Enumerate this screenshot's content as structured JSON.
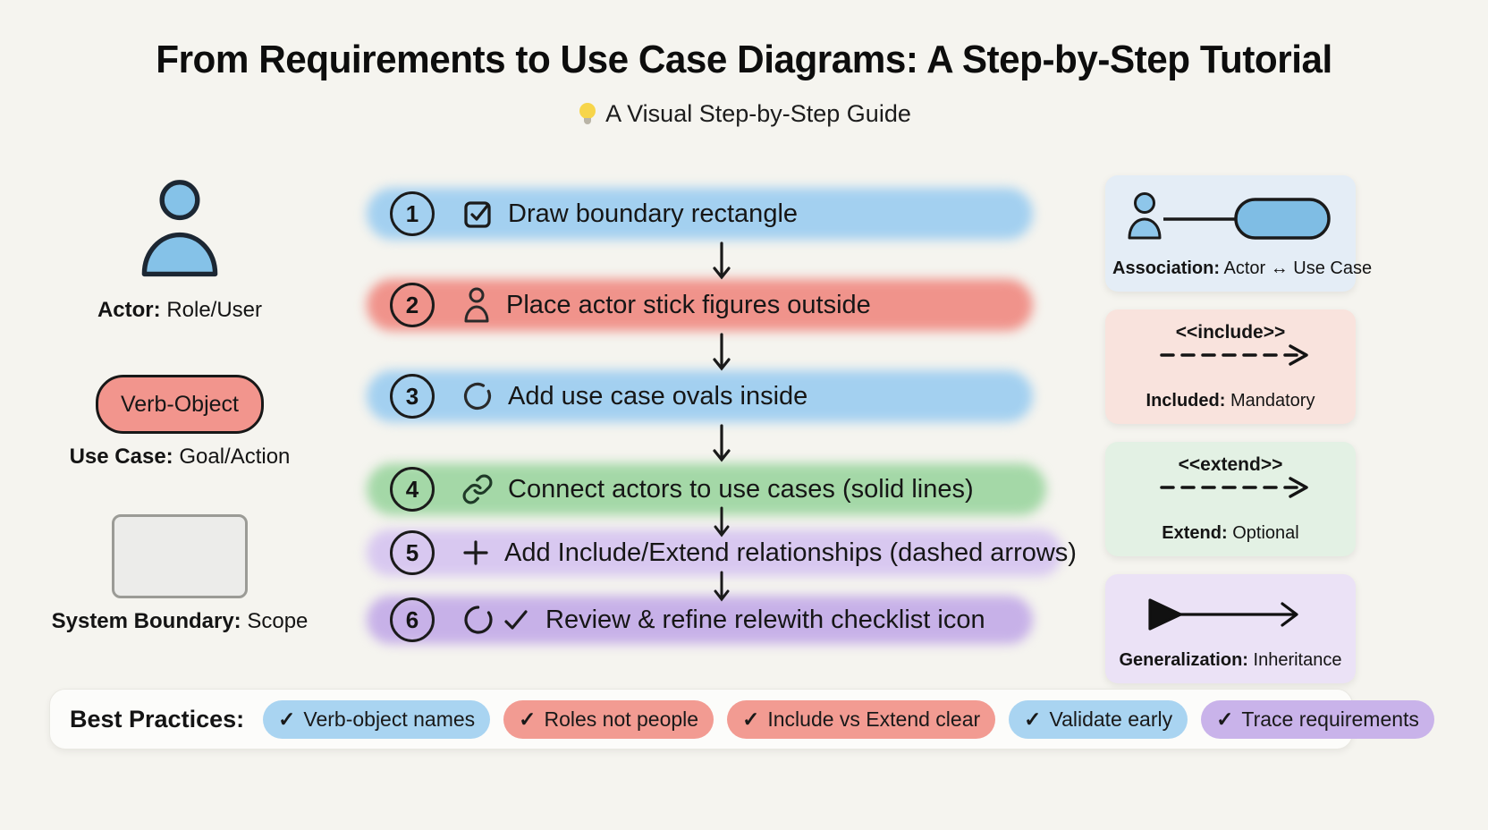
{
  "page": {
    "title": "From Requirements to Use Case Diagrams: A Step-by-Step Tutorial",
    "subtitle": "A Visual Step-by-Step Guide",
    "background": "#f5f4ef"
  },
  "legend": {
    "actor": {
      "term": "Actor:",
      "desc": "Role/User",
      "icon": "actor-icon",
      "color": "#85c2e8"
    },
    "use_case": {
      "shape_text": "Verb-Object",
      "term": "Use Case:",
      "desc": "Goal/Action",
      "color": "#f2958d"
    },
    "system_boundary": {
      "term": "System Boundary:",
      "desc": "Scope",
      "color": "#ececea"
    }
  },
  "steps": [
    {
      "num": "1",
      "icon": "checkbox-icon",
      "label": "Draw boundary rectangle",
      "color": "#a3d0f0"
    },
    {
      "num": "2",
      "icon": "actor-outline-icon",
      "label": "Place actor stick figures outside",
      "color": "#f0938b"
    },
    {
      "num": "3",
      "icon": "oval-icon",
      "label": "Add use case ovals inside",
      "color": "#a3d0f0"
    },
    {
      "num": "4",
      "icon": "link-icon",
      "label": "Connect actors to use cases (solid lines)",
      "color": "#a4d8a7"
    },
    {
      "num": "5",
      "icon": "plus-icon",
      "label": "Add Include/Extend relationships (dashed arrows)",
      "color": "#d8c8f0"
    },
    {
      "num": "6",
      "icon": "review-check-icon",
      "label": "Review & refine relewith checklist icon",
      "color": "#c7b1e8"
    }
  ],
  "relationships": [
    {
      "name": "association",
      "term": "Association:",
      "desc": "Actor ↔ Use Case",
      "bg": "#e4edf6"
    },
    {
      "name": "include",
      "stereotype": "<<include>>",
      "term": "Included:",
      "desc": "Mandatory",
      "bg": "#f9e3dd"
    },
    {
      "name": "extend",
      "stereotype": "<<extend>>",
      "term": "Extend:",
      "desc": "Optional",
      "bg": "#e3f1e4"
    },
    {
      "name": "generalization",
      "term": "Generalization:",
      "desc": "Inheritance",
      "bg": "#ebe2f6"
    }
  ],
  "best_practices": {
    "heading": "Best Practices:",
    "items": [
      {
        "check": "✓",
        "label": "Verb-object names",
        "bg": "#a9d4f1"
      },
      {
        "check": "✓",
        "label": "Roles not people",
        "bg": "#f29b92"
      },
      {
        "check": "✓",
        "label": "Include vs Extend clear",
        "bg": "#f29b92"
      },
      {
        "check": "✓",
        "label": "Validate early",
        "bg": "#a9d4f1"
      },
      {
        "check": "✓",
        "label": "Trace requirements",
        "bg": "#c9b3ea"
      }
    ]
  }
}
